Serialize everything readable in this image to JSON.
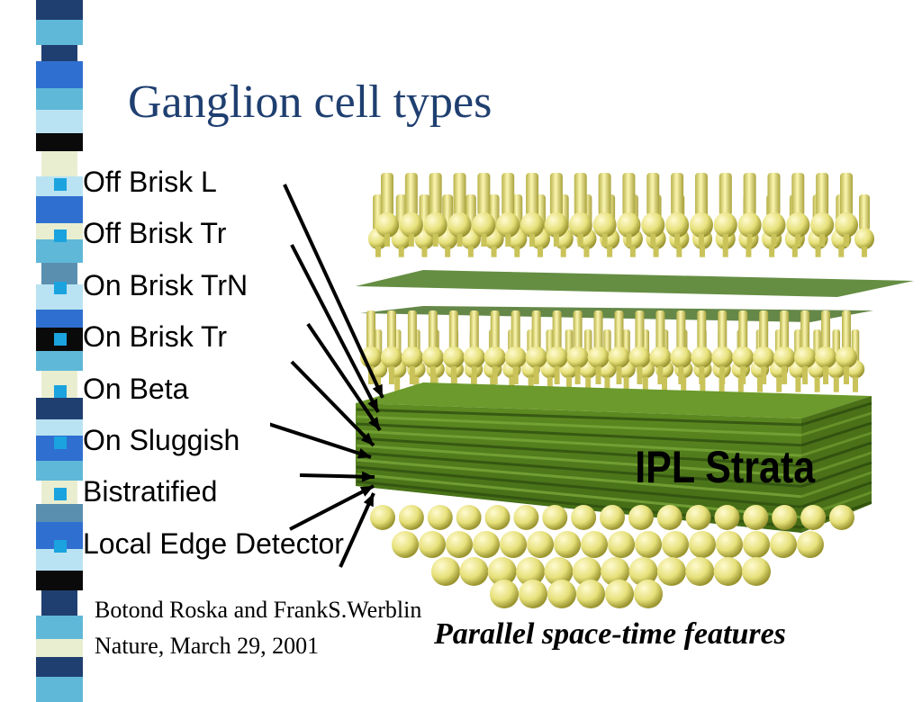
{
  "slide": {
    "title": "Ganglion cell types",
    "bullets": [
      "Off Brisk L",
      "Off Brisk Tr",
      "On Brisk TrN",
      "On Brisk Tr",
      "On Beta",
      "On Sluggish",
      "Bistratified",
      "Local Edge Detector"
    ],
    "figure_label": "IPL Strata",
    "citation_line1": "Botond Roska and FrankS.Werblin",
    "citation_line2": "Nature, March 29, 2001",
    "caption": "Parallel space-time features"
  },
  "colors": {
    "title": "#1f3f70",
    "bullet": "#1ba3df",
    "strata_green": "#4f7a1a",
    "cell_yellow": "#e6e07a",
    "sidebar": [
      "#1f3f70",
      "#2f6fd0",
      "#5fb8d8",
      "#b9e3f2",
      "#e9eed0",
      "#0a0a0a",
      "#5a8fb0"
    ]
  }
}
